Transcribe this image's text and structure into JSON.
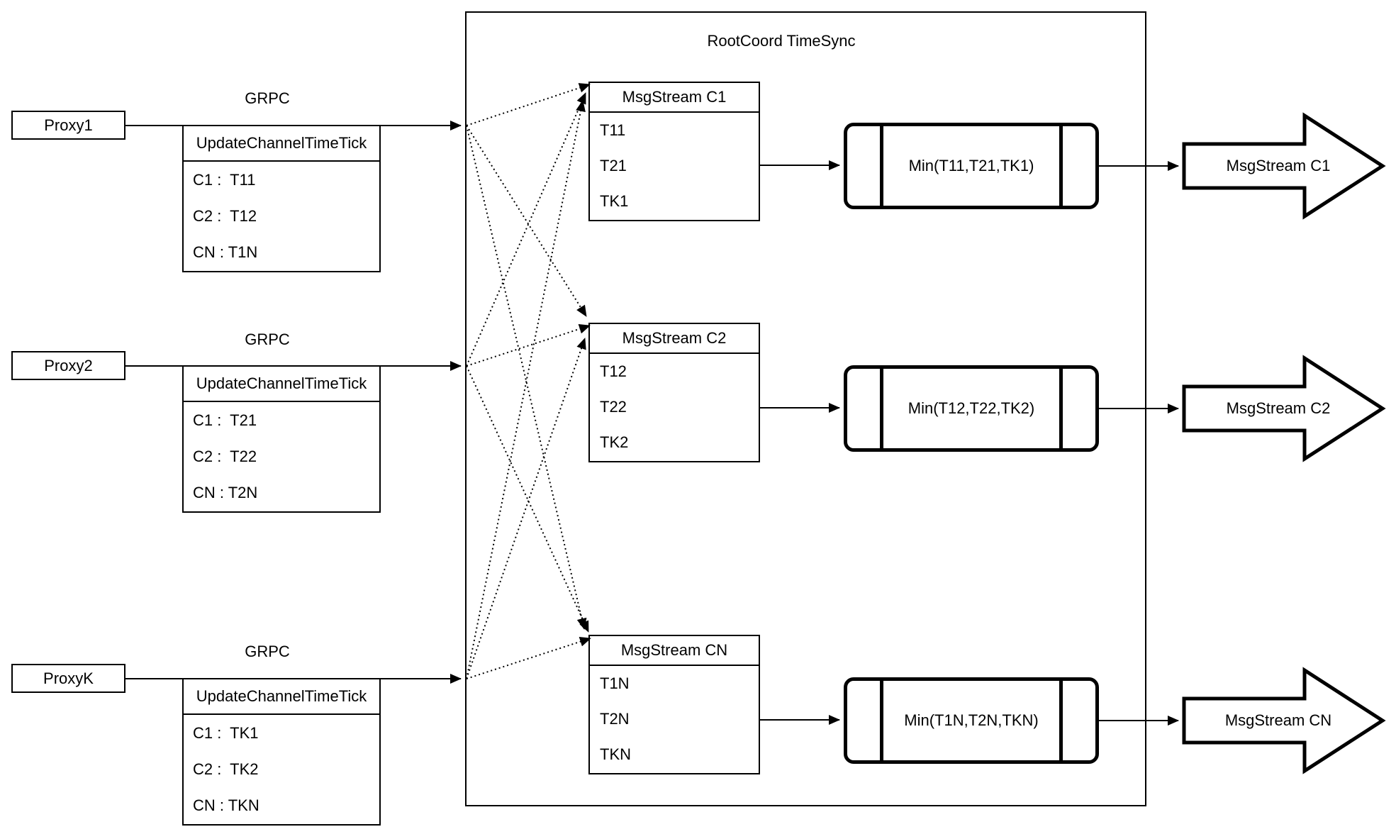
{
  "diagram": {
    "title": "RootCoord TimeSync",
    "colors": {
      "stroke": "#000000",
      "background": "#ffffff"
    },
    "proxies": [
      {
        "name": "Proxy1",
        "protocol_label": "GRPC",
        "table": {
          "header": "UpdateChannelTimeTick",
          "rows": [
            "C1 :  T11",
            "C2 :  T12",
            "CN : T1N"
          ]
        }
      },
      {
        "name": "Proxy2",
        "protocol_label": "GRPC",
        "table": {
          "header": "UpdateChannelTimeTick",
          "rows": [
            "C1 :  T21",
            "C2 :  T22",
            "CN : T2N"
          ]
        }
      },
      {
        "name": "ProxyK",
        "protocol_label": "GRPC",
        "table": {
          "header": "UpdateChannelTimeTick",
          "rows": [
            "C1 :  TK1",
            "C2 :  TK2",
            "CN : TKN"
          ]
        }
      }
    ],
    "streams": [
      {
        "header": "MsgStream C1",
        "rows": [
          "T11",
          "T21",
          "TK1"
        ],
        "min_label": "Min(T11,T21,TK1)",
        "output_label": "MsgStream C1"
      },
      {
        "header": "MsgStream C2",
        "rows": [
          "T12",
          "T22",
          "TK2"
        ],
        "min_label": "Min(T12,T22,TK2)",
        "output_label": "MsgStream C2"
      },
      {
        "header": "MsgStream CN",
        "rows": [
          "T1N",
          "T2N",
          "TKN"
        ],
        "min_label": "Min(T1N,T2N,TKN)",
        "output_label": "MsgStream CN"
      }
    ]
  }
}
